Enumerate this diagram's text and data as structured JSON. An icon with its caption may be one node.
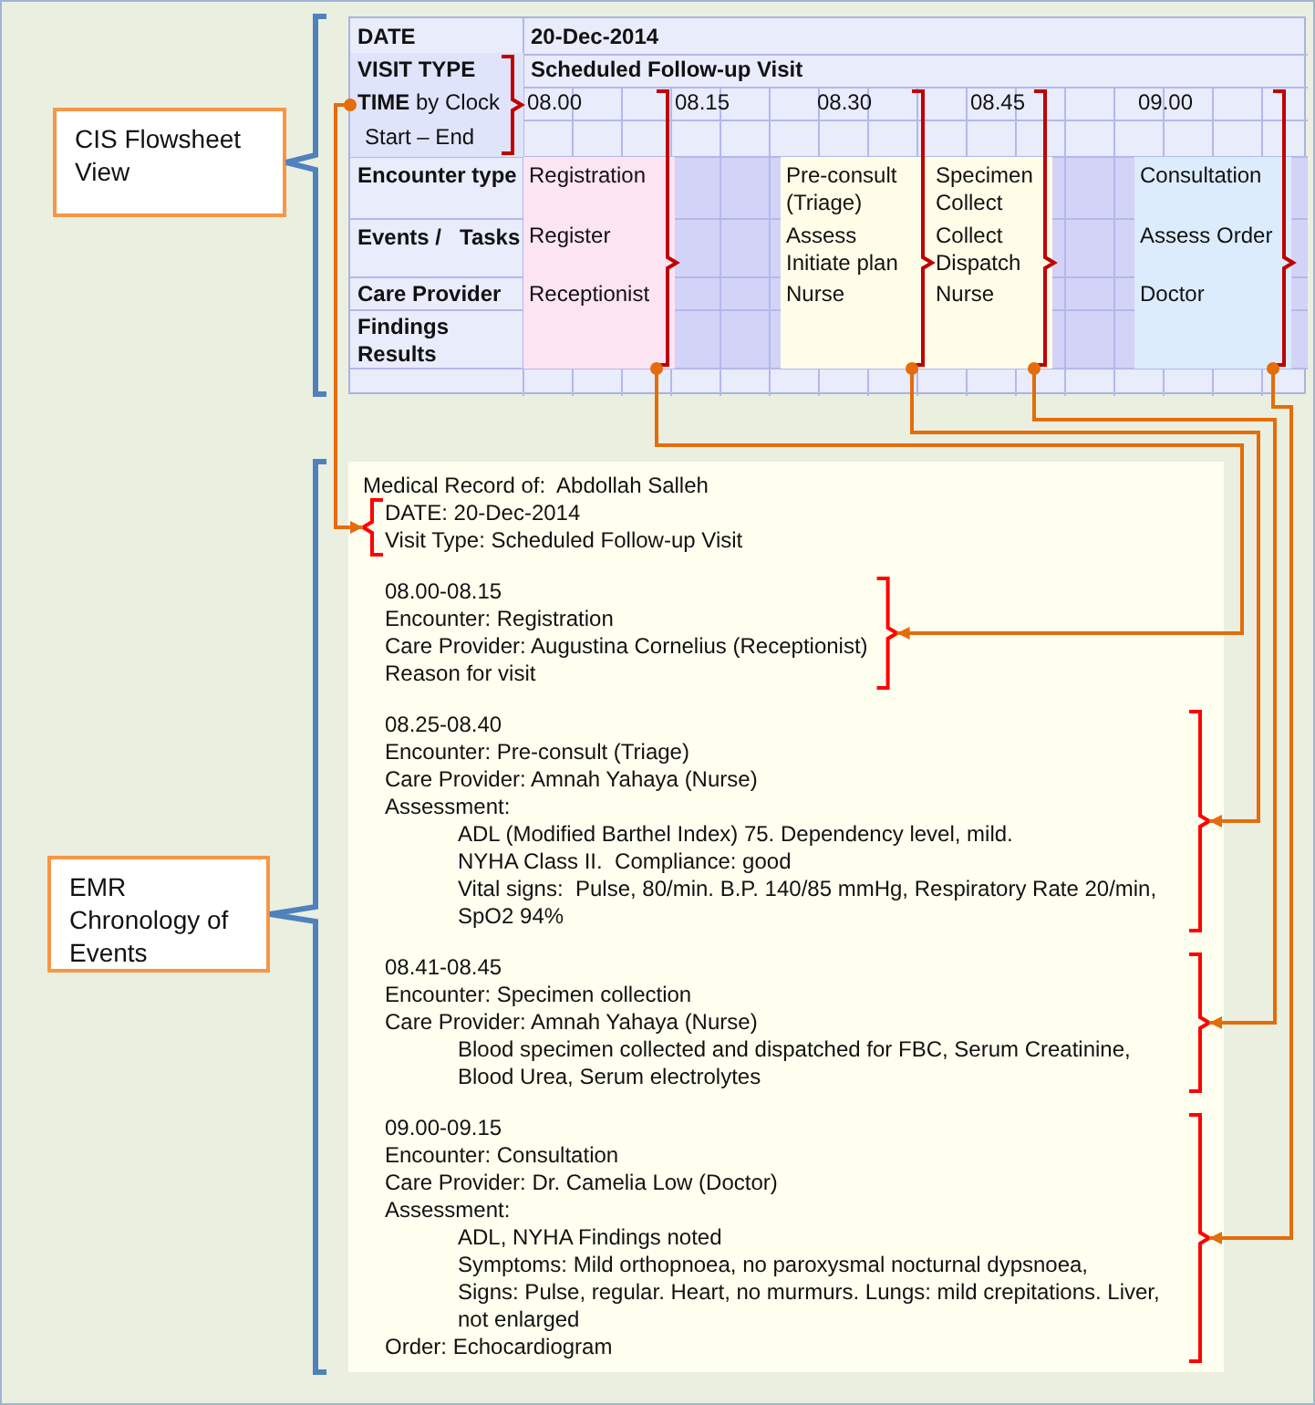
{
  "diagram": {
    "nodes": [
      {
        "text": [
          "CIS Flowsheet View"
        ]
      },
      {
        "text": [
          "DATE",
          "20-Dec-2014",
          "Scheduled Follow-up Visit",
          "08.00",
          "08.15",
          "08.30",
          "08.45",
          "09.00",
          "Encounter type",
          "Events /   Tasks",
          "Care Provider",
          "Findings Results"
        ]
      },
      {
        "text": [
          "VISIT TYPE",
          "**TIME** by Clock",
          "Start – End"
        ],
        "in": 1
      },
      {
        "text": [
          "Registration",
          "Register",
          "Receptionist"
        ],
        "in": 1
      },
      {
        "text": [
          "Pre-consult (Triage)",
          "Assess Initiate plan",
          "Nurse"
        ],
        "in": 1
      },
      {
        "text": [
          "Specimen Collect",
          "Collect Dispatch",
          "Nurse"
        ],
        "in": 1
      },
      {
        "text": [
          "Consultation",
          "Assess Order",
          "Doctor"
        ],
        "in": 1
      },
      {
        "text": [
          "EMR Chronology of Events"
        ]
      },
      {
        "text": [
          "Medical Record of:  Abdollah Salleh"
        ]
      },
      {
        "text": [
          "DATE: 20-Dec-2014",
          "Visit Type: Scheduled Follow-up Visit"
        ],
        "in": 8
      },
      {
        "text": [
          "08.00-08.15",
          "Encounter: Registration",
          "Care Provider: Augustina Cornelius (Receptionist)",
          "Reason for visit"
        ],
        "in": 8
      },
      {
        "text": [
          "08.25-08.40",
          "Encounter: Pre-consult (Triage)",
          "Care Provider: Amnah Yahaya (Nurse)",
          "Assessment:",
          "ADL (Modified Barthel Index) 75. Dependency level, mild.",
          "NYHA Class II.  Compliance: good",
          "Vital signs:  Pulse, 80/min. B.P. 140/85 mmHg, Respiratory Rate 20/min, SpO2 94%"
        ],
        "in": 8
      },
      {
        "text": [
          "08.41-08.45",
          "Encounter: Specimen collection",
          "Care Provider: Amnah Yahaya (Nurse)",
          "Blood specimen collected and dispatched for FBC, Serum Creatinine, Blood Urea, Serum electrolytes"
        ],
        "in": 8
      },
      {
        "text": [
          "09.00-09.15",
          "Encounter: Consultation",
          "Care Provider: Dr. Camelia Low (Doctor)",
          "Assessment:",
          "ADL, NYHA Findings noted",
          "Symptoms: Mild orthopnoea, no paroxysmal nocturnal dypsnoea,",
          "Signs: Pulse, regular. Heart, no murmurs. Lungs: mild crepitations. Liver, not enlarged",
          "Order: Echocardiogram"
        ],
        "in": 8
      }
    ],
    "edges": [
      {
        "from": 2,
        "to": 9,
        "arrow": "to"
      },
      {
        "from": 3,
        "to": 10,
        "arrow": "to"
      },
      {
        "from": 4,
        "to": 11,
        "arrow": "to"
      },
      {
        "from": 5,
        "to": 12,
        "arrow": "to"
      },
      {
        "from": 6,
        "to": 13,
        "arrow": "to"
      }
    ]
  }
}
